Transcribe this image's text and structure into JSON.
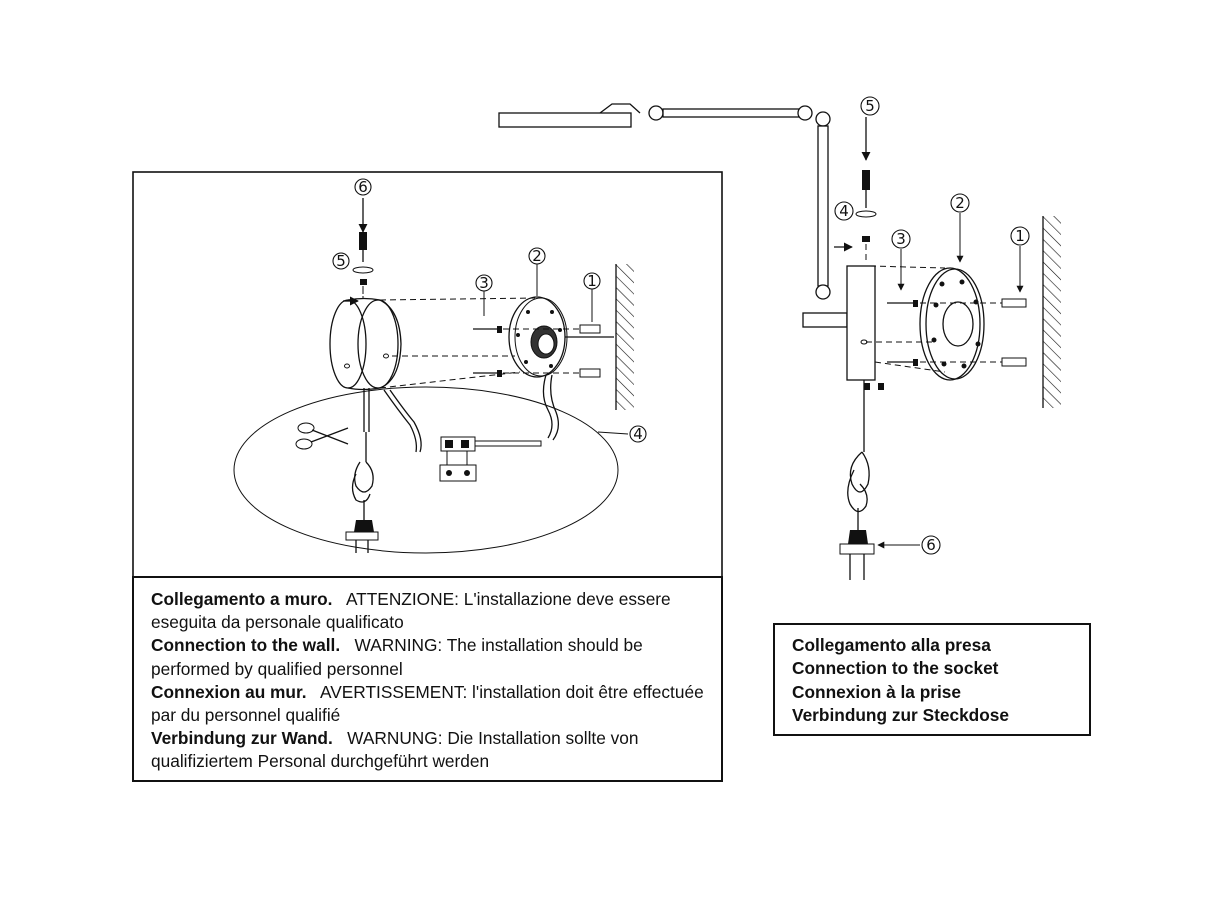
{
  "left_panel": {
    "callouts": [
      "6",
      "5",
      "3",
      "2",
      "1",
      "4"
    ]
  },
  "right_panel": {
    "callouts": [
      "5",
      "4",
      "3",
      "2",
      "1",
      "6"
    ]
  },
  "wall_caption": [
    {
      "title": "Collegamento a muro.",
      "warning": "ATTENZIONE: L'installazione deve essere eseguita da personale qualificato"
    },
    {
      "title": "Connection to the wall.",
      "warning": "WARNING: The installation should be performed by qualified personnel"
    },
    {
      "title": "Connexion au mur.",
      "warning": "AVERTISSEMENT: l'installation doit être effectuée par du personnel qualifié"
    },
    {
      "title": "Verbindung zur Wand.",
      "warning": "WARNUNG: Die Installation sollte von qualifiziertem Personal durchgeführt werden"
    }
  ],
  "socket_caption": [
    "Collegamento alla presa",
    "Connection to the socket",
    "Connexion à la prise",
    "Verbindung zur Steckdose"
  ]
}
